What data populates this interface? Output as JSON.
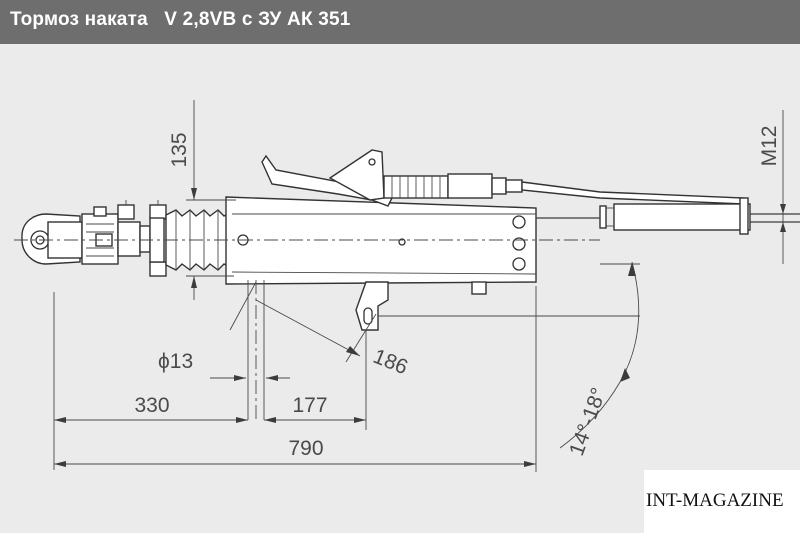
{
  "header": {
    "title": "Тормоз наката   V 2,8VB с ЗУ АК 351",
    "background": "#6e6e6e",
    "text_color": "#ffffff"
  },
  "drawing": {
    "background": "#ebebeb",
    "line_color": "#3c3c3c",
    "dimensions": {
      "height_135": "135",
      "thread_m12": "M12",
      "diameter_13": "ϕ13",
      "length_186": "186",
      "length_330": "330",
      "length_177": "177",
      "length_790": "790",
      "angle_range": "14°-18°"
    }
  },
  "watermark": {
    "text": "INT-MAGAZINE"
  }
}
